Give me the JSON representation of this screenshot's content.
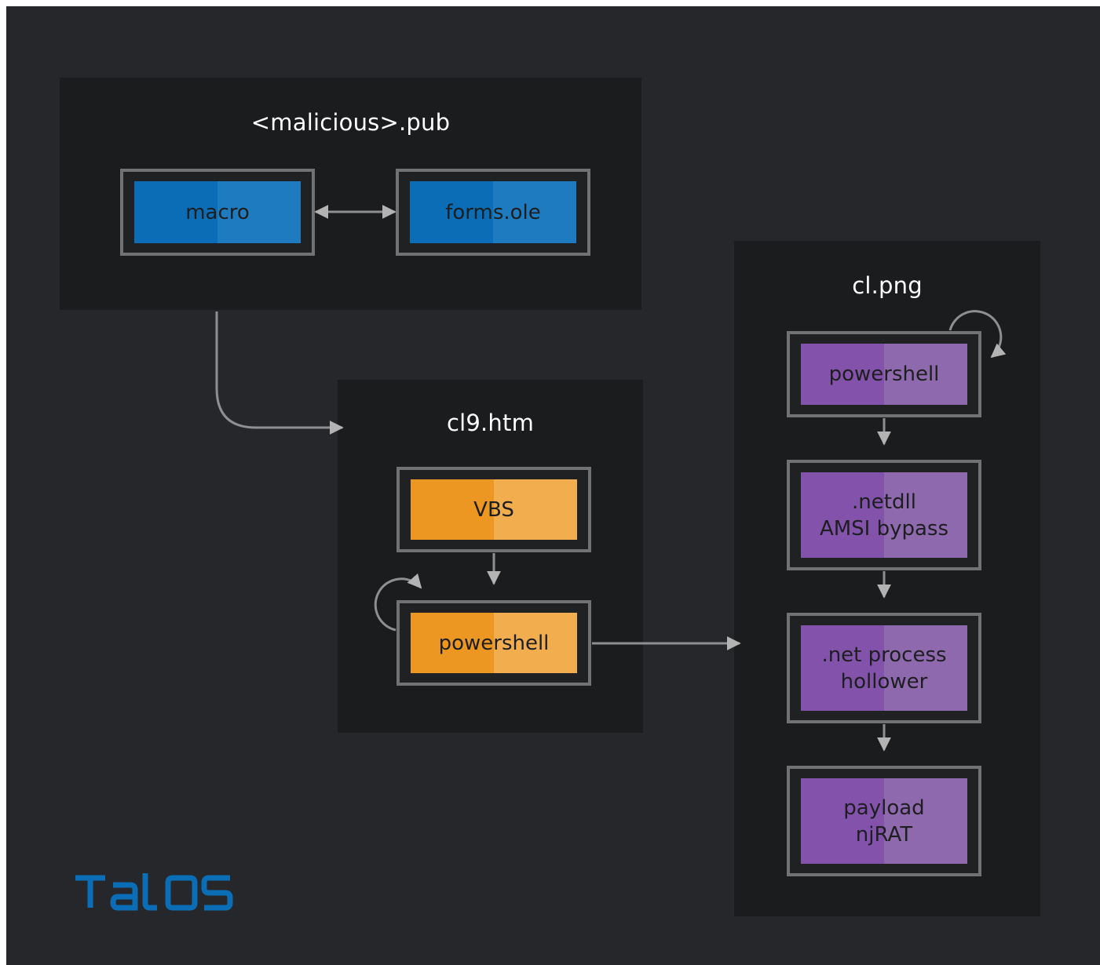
{
  "diagram": {
    "panels": [
      {
        "id": "pub",
        "title": "<malicious>.pub"
      },
      {
        "id": "htm",
        "title": "cl9.htm"
      },
      {
        "id": "png",
        "title": "cl.png"
      }
    ],
    "nodes": {
      "macro": "macro",
      "forms_ole": "forms.ole",
      "vbs": "VBS",
      "powershell_htm": "powershell",
      "powershell_png": "powershell",
      "netdll": ".netdll\nAMSI bypass",
      "hollower": ".net process\nhollower",
      "payload": "payload\nnjRAT"
    },
    "colors": {
      "background": "#26272b",
      "panel": "#1b1c1e",
      "node_border": "#707274",
      "blue": "#0a6db5",
      "orange": "#ec9722",
      "purple": "#8352ab",
      "arrow": "#b3b3b3"
    },
    "logo": {
      "text": "TALOS",
      "icon": "talos-logo-icon"
    }
  }
}
